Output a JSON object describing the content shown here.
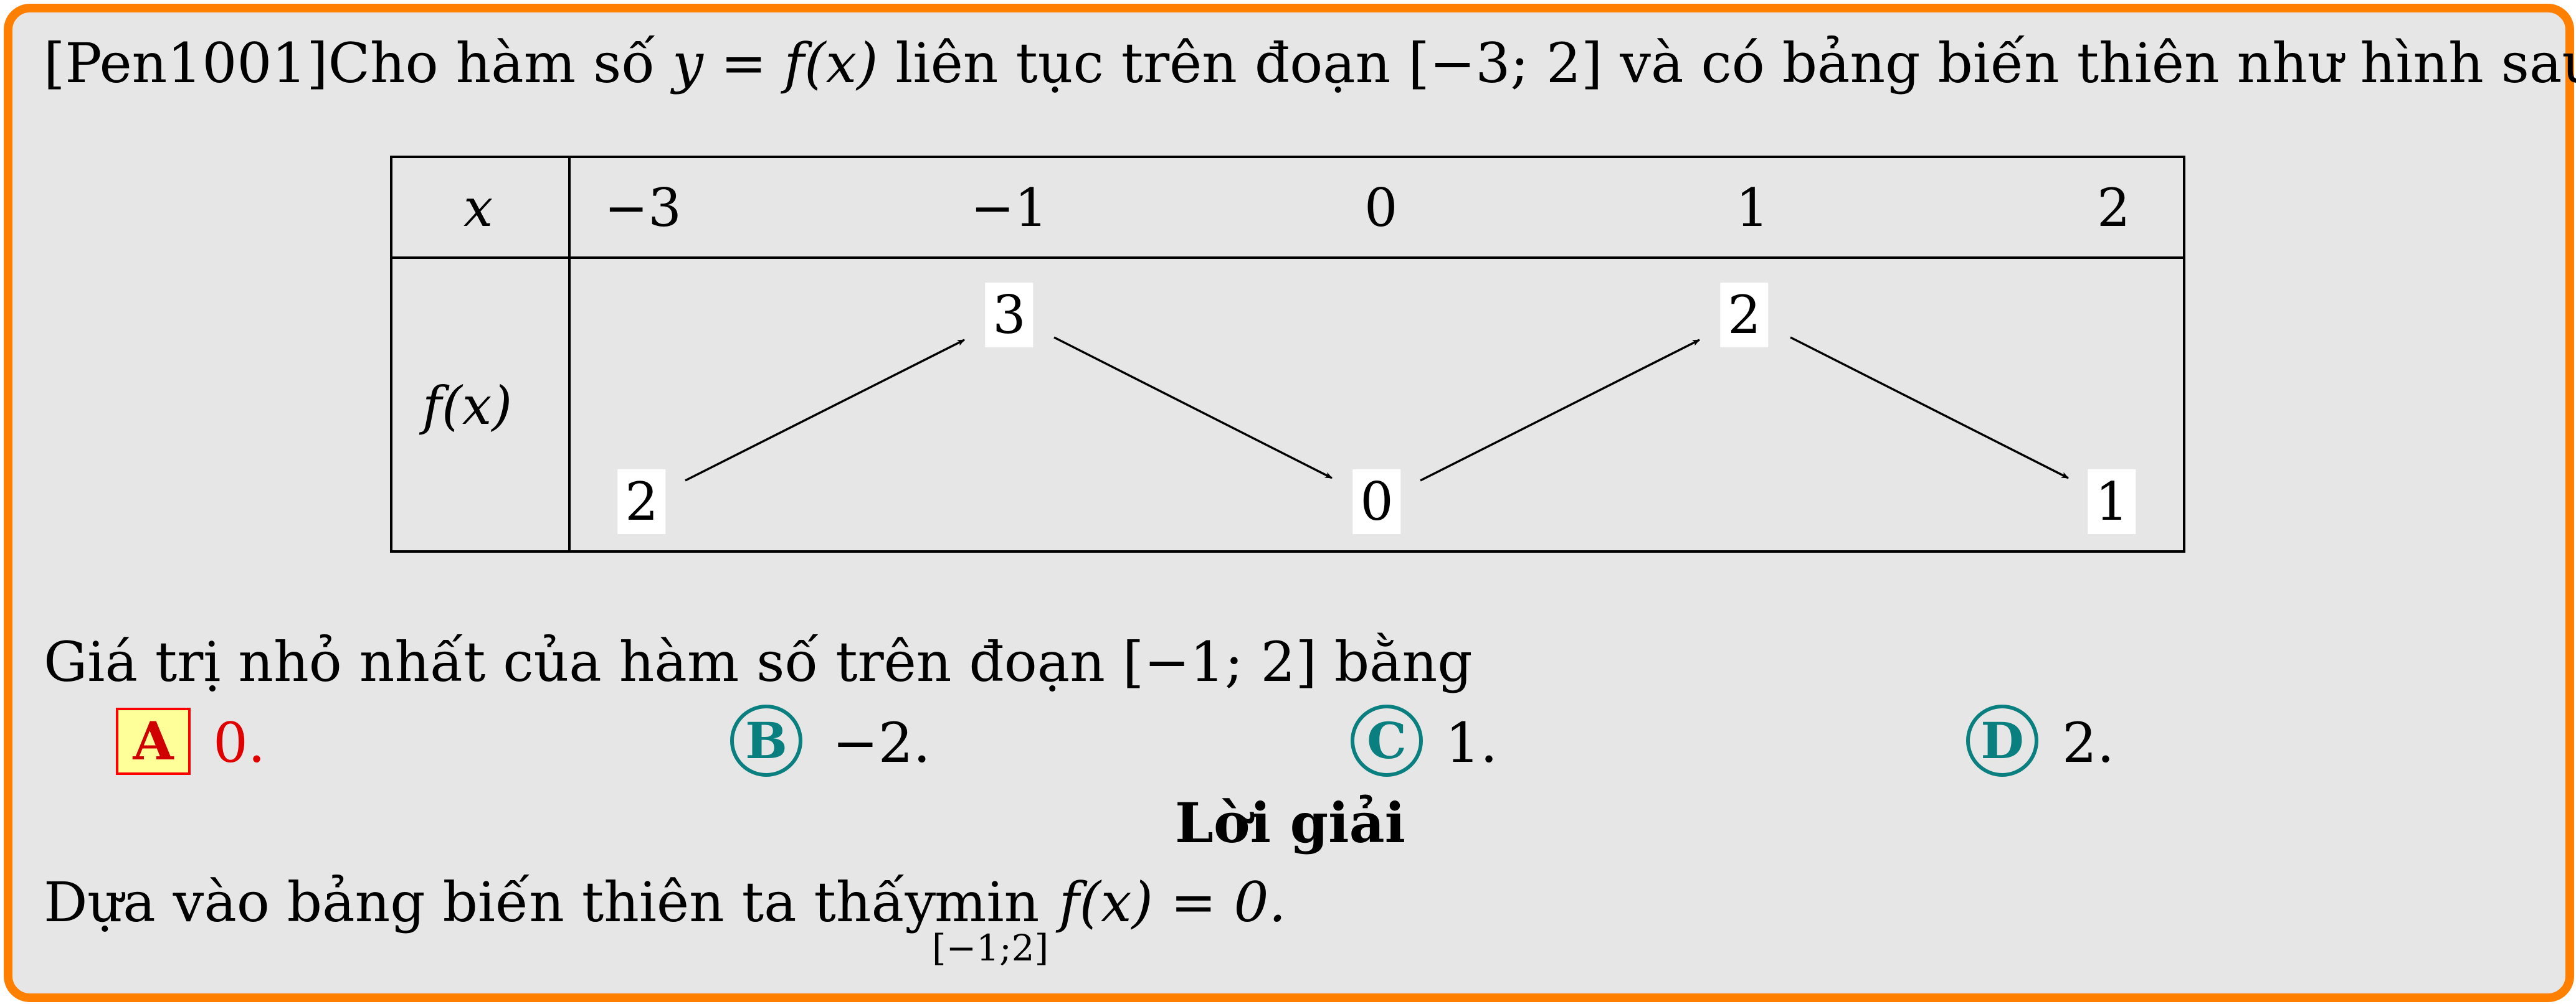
{
  "question": {
    "code": "[Pen1001]",
    "intro": "Cho hàm số",
    "func": "y = f(x)",
    "mid": "liên tục trên đoạn",
    "interval": "[−3; 2]",
    "tail": "và có bảng biến thiên như hình sau"
  },
  "table": {
    "x_label": "x",
    "fx_label": "f(x)",
    "x_values": [
      "−3",
      "−1",
      "0",
      "1",
      "2"
    ],
    "f_values": [
      "2",
      "3",
      "0",
      "2",
      "1"
    ]
  },
  "prompt": "Giá trị nhỏ nhất của hàm số trên đoạn [−1; 2] bằng",
  "choices": [
    {
      "letter": "A",
      "value": "0.",
      "correct": true
    },
    {
      "letter": "B",
      "value": "−2.",
      "correct": false
    },
    {
      "letter": "C",
      "value": "1.",
      "correct": false
    },
    {
      "letter": "D",
      "value": "2.",
      "correct": false
    }
  ],
  "solution": {
    "heading": "Lời giải",
    "text_before": "Dựa vào bảng biến thiên ta thấy",
    "min_word": "min",
    "min_sub": "[−1;2]",
    "text_after": "f(x) = 0."
  },
  "colors": {
    "border": "#ff8000",
    "panel": "#e6e6e6",
    "correct": "#e00000",
    "circle": "#0a7f7f"
  }
}
